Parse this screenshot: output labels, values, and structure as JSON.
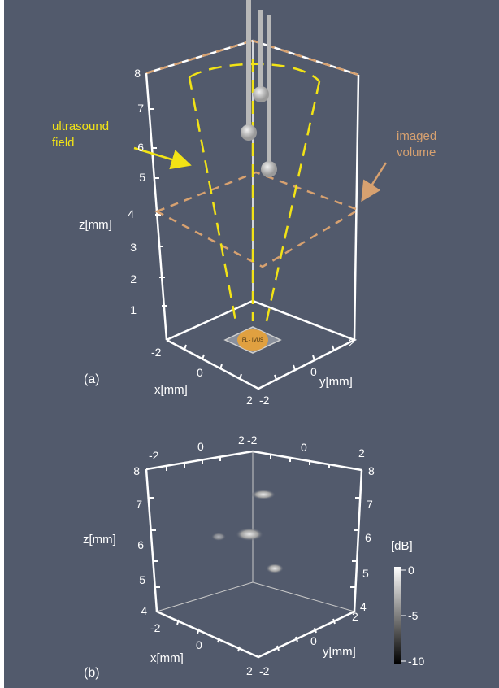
{
  "panel_a": {
    "label": "(a)",
    "z_axis_title": "z[mm]",
    "x_axis_title": "x[mm]",
    "y_axis_title": "y[mm]",
    "z_ticks": [
      "1",
      "2",
      "3",
      "4",
      "5",
      "6",
      "7",
      "8"
    ],
    "x_ticks": [
      "-2",
      "0",
      "2"
    ],
    "y_ticks": [
      "2",
      "0",
      "-2"
    ],
    "annotation_ultrasound_line1": "ultrasound",
    "annotation_ultrasound_line2": "field",
    "annotation_volume_line1": "imaged",
    "annotation_volume_line2": "volume",
    "probe_label": "FL - IVUS"
  },
  "panel_b": {
    "label": "(b)",
    "z_axis_title": "z[mm]",
    "x_axis_title": "x[mm]",
    "y_axis_title": "y[mm]",
    "top_ticks": [
      "-2",
      "0",
      "2",
      "-2",
      "0",
      "2"
    ],
    "left_z_ticks": [
      "8",
      "7",
      "6",
      "5",
      "4"
    ],
    "right_z_ticks": [
      "8",
      "7",
      "6",
      "5",
      "4"
    ],
    "x_ticks": [
      "-2",
      "0",
      "2"
    ],
    "y_ticks": [
      "2",
      "0",
      "-2"
    ],
    "colorbar_title": "[dB]",
    "colorbar_ticks": [
      "0",
      "-5",
      "-10"
    ]
  },
  "colors": {
    "background": "#525a6c",
    "ultrasound_field": "#f2e316",
    "imaged_volume": "#d7a170",
    "axes": "#ffffff",
    "probe": "#e0a040"
  }
}
